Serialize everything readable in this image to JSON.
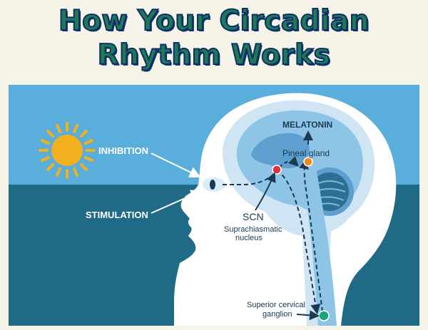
{
  "title": {
    "line1": "How Your Circadian",
    "line2": "Rhythm Works"
  },
  "labels": {
    "inhibition": "INHIBITION",
    "stimulation": "STIMULATION",
    "melatonin": "MELATONIN",
    "pineal_gland": "Pineal gland",
    "scn": "SCN",
    "scn_full_line1": "Suprachiasmatic",
    "scn_full_line2": "nucleus",
    "ganglion_line1": "Superior cervical",
    "ganglion_line2": "ganglion"
  },
  "colors": {
    "title_fill": "#1e7a55",
    "title_outline": "#0f2f6a",
    "day_sky": "#5aaedb",
    "night_sky": "#1f6a86",
    "sun": "#f2b01e",
    "moon": "#ffffff",
    "head": "#ffffff",
    "brain": "#8ec4e6",
    "scn_dot": "#e0313a",
    "pineal_dot": "#f08a1a",
    "ganglion_dot": "#1aa57a"
  },
  "icons": [
    "sun-icon",
    "moon-icon",
    "eye-icon"
  ]
}
